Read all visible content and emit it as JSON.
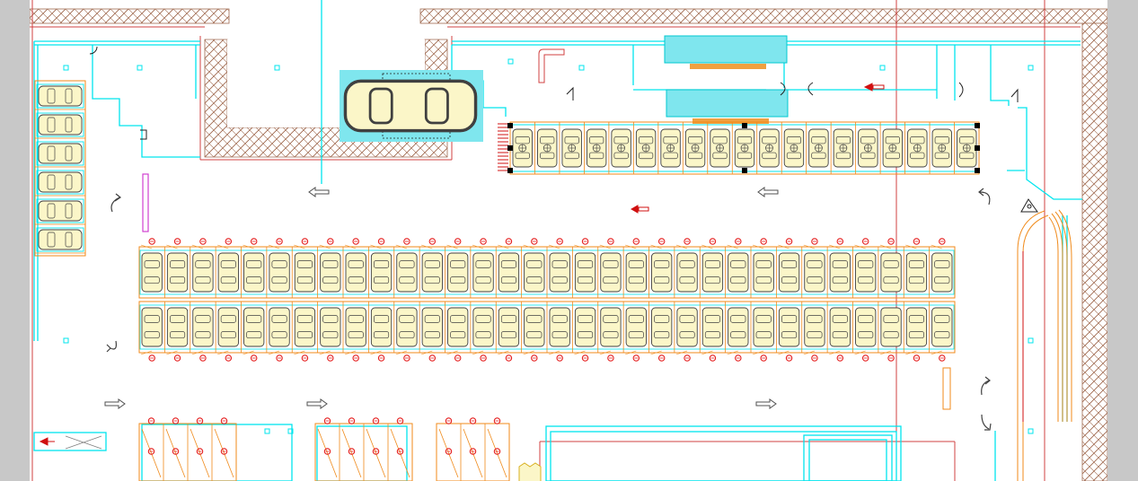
{
  "colors": {
    "background": "#ffffff",
    "frame": "#c8c8c8",
    "wall": "#00e5ee",
    "boundary": "#d04040",
    "hatch": "#a06a50",
    "stall": "#f08a1a",
    "car_fill": "#fbf6c8",
    "car_outline": "#404040",
    "column": "#e52020",
    "arrow": "#505050",
    "highlight": "#7fe6ee",
    "bar": "#f0a040",
    "magenta": "#d040d0",
    "sign": "#d01010"
  },
  "icons": {
    "direction_arrow": "arrow-right-icon",
    "turn_arrow": "curved-arrow-icon",
    "exit_sign": "exit-sign-icon",
    "column": "column-marker-icon",
    "car": "car-icon"
  },
  "layout_counts": {
    "top_row_stalls": 19,
    "upper_double_row_stalls": 32,
    "lower_double_row_stalls": 32,
    "left_column_stalls": 6
  }
}
